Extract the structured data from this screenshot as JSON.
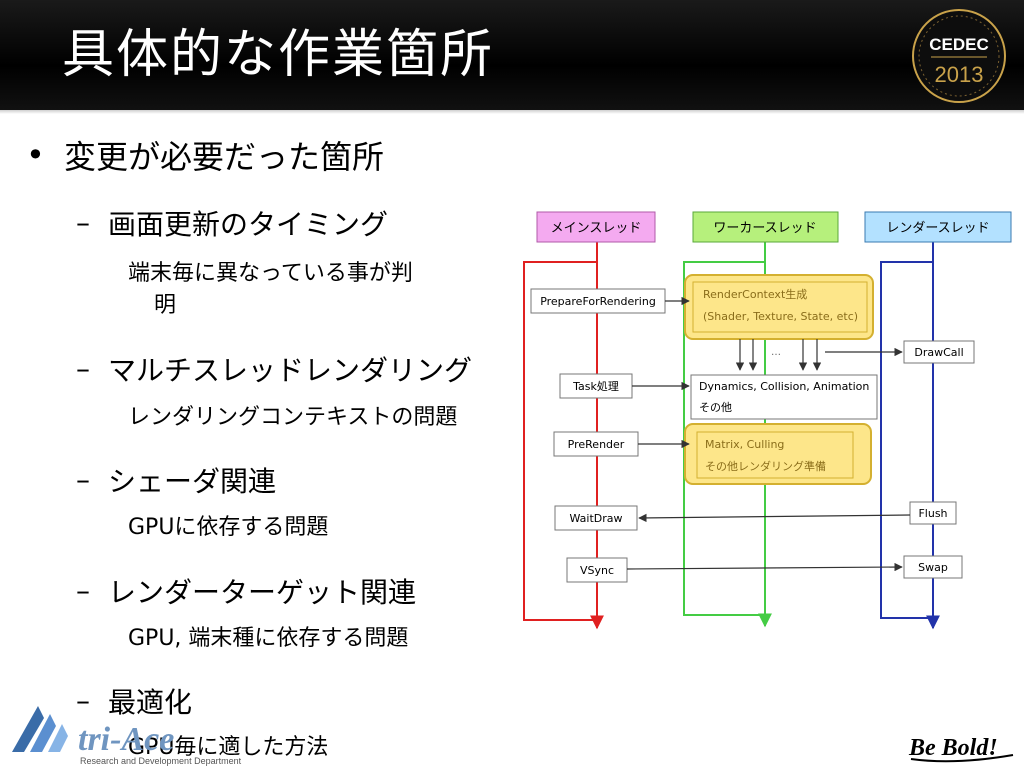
{
  "title": "具体的な作業箇所",
  "logo": {
    "text": "CEDEC",
    "year": "2013",
    "gold": "#c9a24a"
  },
  "content": {
    "bullet_symbol": "•",
    "bullet": "変更が必要だった箇所",
    "dash_symbol": "–",
    "items": [
      {
        "heading": "画面更新のタイミング",
        "lines": [
          "端末毎に異なっている事が判",
          "明"
        ]
      },
      {
        "heading": "マルチスレッドレンダリング",
        "lines": [
          "レンダリングコンテキストの問題"
        ]
      },
      {
        "heading": "シェーダ関連",
        "lines": [
          "GPUに依存する問題"
        ]
      },
      {
        "heading": "レンダーターゲット関連",
        "lines": [
          "GPU, 端末種に依存する問題"
        ]
      },
      {
        "heading": "最適化",
        "lines": [
          "GPU毎に適した方法"
        ]
      }
    ]
  },
  "diagram": {
    "threads": {
      "main": {
        "label": "メインスレッド",
        "fill": "#f4aaf0",
        "color": "#e02020"
      },
      "worker": {
        "label": "ワーカースレッド",
        "fill": "#b6f07c",
        "color": "#44cc44"
      },
      "render": {
        "label": "レンダースレッド",
        "fill": "#b3e1ff",
        "color": "#2233aa"
      }
    },
    "main_boxes": [
      "PrepareForRendering",
      "Task処理",
      "PreRender",
      "WaitDraw",
      "VSync"
    ],
    "worker_boxes": {
      "render_context": [
        "RenderContext生成",
        "(Shader, Texture, State, etc)"
      ],
      "dynamics": [
        "Dynamics, Collision, Animation",
        "その他"
      ],
      "matrix": [
        "Matrix, Culling",
        "その他レンダリング準備"
      ]
    },
    "render_boxes": [
      "DrawCall",
      "Flush",
      "Swap"
    ],
    "ellipsis": "…",
    "highlight_fill": "#fde68a",
    "highlight_stroke": "#d4b030"
  },
  "footer": {
    "logo_text": "tri-Ace",
    "department": "Research and Development Department",
    "slogan": "Be Bold!"
  }
}
